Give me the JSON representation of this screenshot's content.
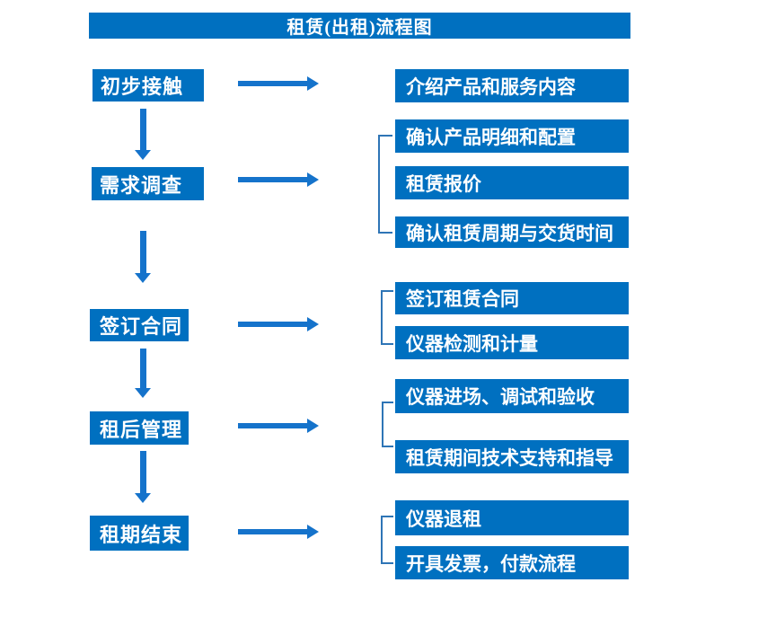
{
  "title": "租赁(出租)流程图",
  "colors": {
    "box_blue": "#0070C0",
    "arrow_blue": "#1573CB",
    "bracket_blue": "#2E75B6",
    "text_white": "#FFFFFF"
  },
  "flow": {
    "steps": [
      {
        "label": "初步接触",
        "details": [
          "介绍产品和服务内容"
        ]
      },
      {
        "label": "需求调查",
        "details": [
          "确认产品明细和配置",
          "租赁报价",
          "确认租赁周期与交货时间"
        ]
      },
      {
        "label": "签订合同",
        "details": [
          "签订租赁合同",
          "仪器检测和计量"
        ]
      },
      {
        "label": "租后管理",
        "details": [
          "仪器进场、调试和验收",
          "租赁期间技术支持和指导"
        ]
      },
      {
        "label": "租期结束",
        "details": [
          "仪器退租",
          "开具发票，付款流程"
        ]
      }
    ]
  }
}
